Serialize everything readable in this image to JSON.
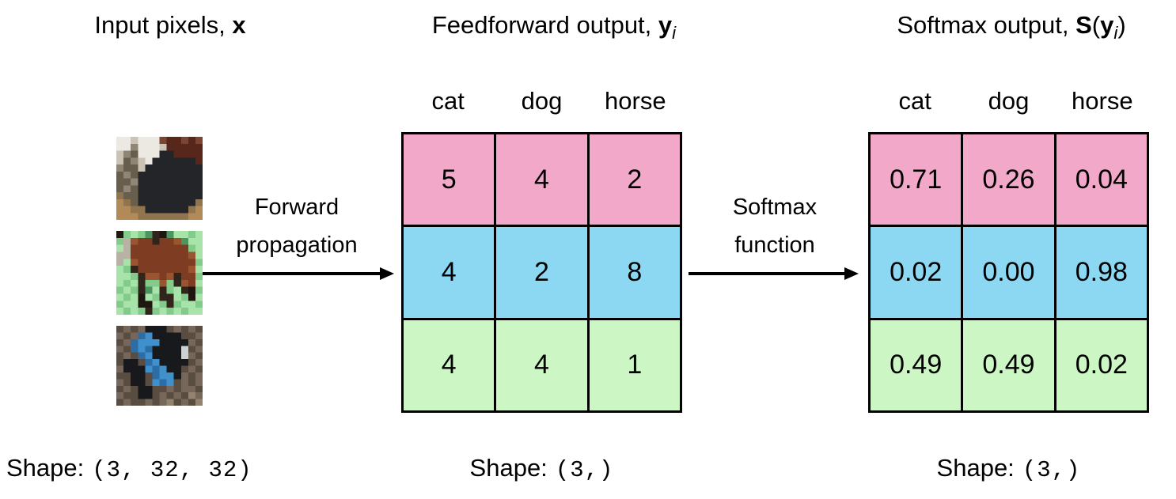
{
  "titles": {
    "input": {
      "text": "Input pixels,",
      "symbol": "x"
    },
    "feedforward": {
      "text": "Feedforward output,",
      "symbol": "y",
      "subscript": "i"
    },
    "softmax": {
      "text": "Softmax output,",
      "symbol_function": "S",
      "paren_open": "(",
      "symbol_arg": "y",
      "subscript": "i",
      "paren_close": ")"
    }
  },
  "arrows": [
    {
      "name": "forward-propagation",
      "lines": [
        "Forward",
        "propagation"
      ]
    },
    {
      "name": "softmax-function",
      "lines": [
        "Softmax",
        "function"
      ]
    }
  ],
  "colors": {
    "row_cat_input": "#F2A8C8",
    "row_horse_input": "#8CD8F2",
    "row_dog_input": "#CCF6C4",
    "border": "#000000"
  },
  "tables": [
    {
      "name": "feedforward-output",
      "headers": [
        "cat",
        "dog",
        "horse"
      ],
      "rows": [
        {
          "input": "cat-photo",
          "color": "#F2A8C8",
          "values": [
            "5",
            "4",
            "2"
          ]
        },
        {
          "input": "horse-photo",
          "color": "#8CD8F2",
          "values": [
            "4",
            "2",
            "8"
          ]
        },
        {
          "input": "dog-photo",
          "color": "#CCF6C4",
          "values": [
            "4",
            "4",
            "1"
          ]
        }
      ],
      "shape_label": "Shape:",
      "shape_value": "(3,)"
    },
    {
      "name": "softmax-output",
      "headers": [
        "cat",
        "dog",
        "horse"
      ],
      "rows": [
        {
          "input": "cat-photo",
          "color": "#F2A8C8",
          "values": [
            "0.71",
            "0.26",
            "0.04"
          ]
        },
        {
          "input": "horse-photo",
          "color": "#8CD8F2",
          "values": [
            "0.02",
            "0.00",
            "0.98"
          ]
        },
        {
          "input": "dog-photo",
          "color": "#CCF6C4",
          "values": [
            "0.49",
            "0.49",
            "0.02"
          ]
        }
      ],
      "shape_label": "Shape:",
      "shape_value": "(3,)"
    }
  ],
  "input_column": {
    "shape_label": "Shape:",
    "shape_value": "(3, 32, 32)",
    "images": [
      {
        "key": "cat-photo",
        "description": "pixelated photo of a dark tabby cat on tan floor with white blanket",
        "palette": {
          "W": "#ece9e2",
          "w": "#cbc4b6",
          "G": "#8f8676",
          "g": "#675e4d",
          "D": "#232528",
          "M": "#57271c",
          "m": "#7c4531",
          "T": "#b28a58",
          "t": "#90744e"
        },
        "rows": [
          "WWwWWWmMMmMm",
          "WWGWWWwMMMMM",
          "wGgWWWDDMMMM",
          "wgGwWDDDDDDM",
          "GggwDDDDDDDD",
          "gGgDDDDDDDDD",
          "ggGDDDDDDDDD",
          "gGgDDDDDDDDD",
          "tggDDDDDDDDD",
          "TtgDDDDDDDDt",
          "TTttDDDDDDtT",
          "TTTtttttttTT"
        ]
      },
      {
        "key": "horse-photo",
        "description": "pixelated photo of a brown horse grazing on green grass",
        "palette": {
          "L": "#a8e3a9",
          "l": "#82cb8a",
          "d": "#4e9460",
          "K": "#31241a",
          "B": "#7e3c22",
          "b": "#9a5530",
          "G": "#b9b2a4",
          "k": "#1d1710"
        },
        "rows": [
          "klLldKkdLLlL",
          "lGbBBKBBbdLL",
          "LGBBBBBBBBlL",
          "GGBBBBBBBBbL",
          "GLbBBBBBBBBl",
          "LlKBBBBBBBbL",
          "LLlKbbBbKBBl",
          "LlLKllblKbBL",
          "lLlKdLKlLKkl",
          "LlLkLlKKLlkL",
          "lLLkkLlKlLLl",
          "LlLlKlLlLlLL"
        ]
      },
      {
        "key": "dog-photo",
        "description": "pixelated photo of a black dog in a blue vest lying on brown ground",
        "palette": {
          "E": "#77675a",
          "e": "#594c40",
          "F": "#93836e",
          "D": "#17191c",
          "U": "#2c6da6",
          "u": "#4090cc",
          "W": "#ccd1d4"
        },
        "rows": [
          "eEeEDDDeEeEe",
          "EeEUuDDDDeeE",
          "eEUuuuDDDDEe",
          "EeUuUDDDDWeE",
          "eEeUuDDDDWEe",
          "eDDeUuDDDDeE",
          "EDDDuUuDDeEe",
          "eeDDeUuuDEeE",
          "EeDDeuUueEeE",
          "eEeDDeeEeEEe",
          "EeeDDeEeEeFE",
          "eEeeEeEFeEeF"
        ]
      }
    ]
  }
}
